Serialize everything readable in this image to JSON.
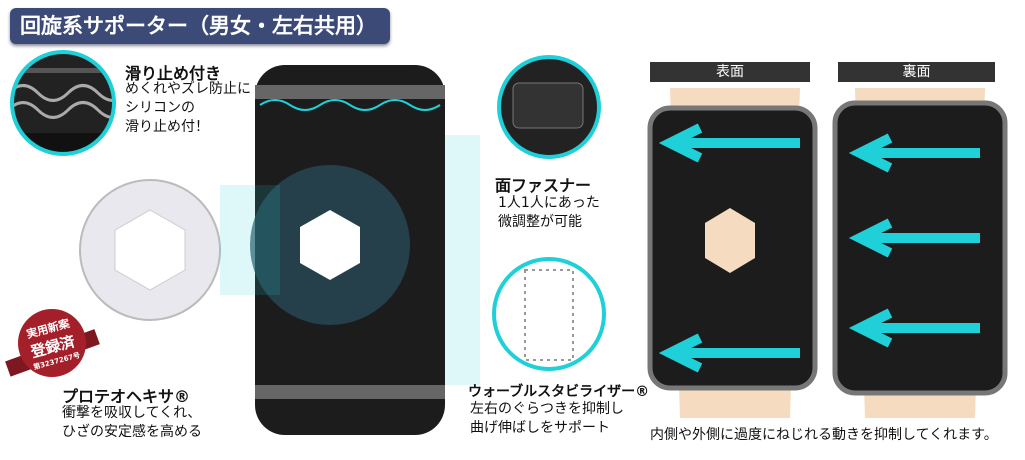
{
  "title": "回旋系サポーター（男女・左右共用）",
  "features": {
    "grip": {
      "heading": "滑り止め付き",
      "lines": [
        "めくれやズレ防止に",
        "シリコンの",
        "滑り止め付！"
      ]
    },
    "fastener": {
      "heading": "面ファスナー",
      "lines": [
        "1人1人にあった",
        "微調整が可能"
      ]
    },
    "hexa": {
      "heading": "プロテオヘキサ®",
      "lines": [
        "衝撃を吸収してくれ、",
        "ひざの安定感を高める"
      ]
    },
    "stabilizer": {
      "heading": "ウォーブルスタビライザー®",
      "lines": [
        "左右のぐらつきを抑制し",
        "曲げ伸ばしをサポート"
      ]
    }
  },
  "seal": {
    "line1": "実用新案",
    "line2": "登録済",
    "line3": "第3237267号"
  },
  "views": {
    "front": "表面",
    "back": "裏面"
  },
  "caption": "内側や外側に過度にねじれる動きを抑制してくれます。",
  "colors": {
    "banner": "#3c4a78",
    "accent": "#1fd0d8",
    "seal": "#a3202a"
  }
}
